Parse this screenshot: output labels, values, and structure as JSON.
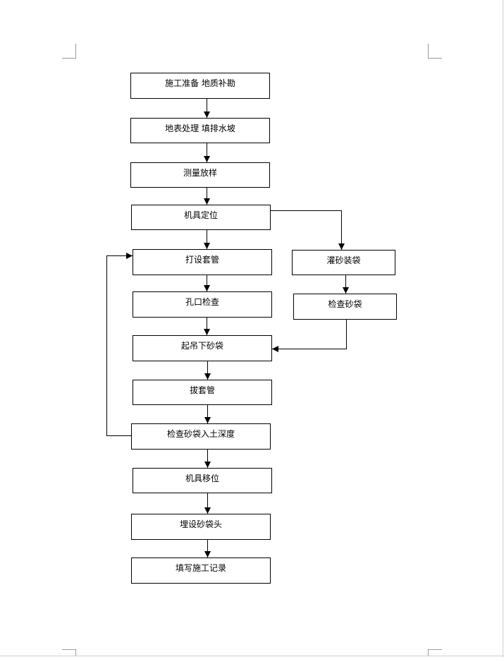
{
  "diagram": {
    "steps": [
      {
        "label": "施工准备 地质补勘"
      },
      {
        "label": "地表处理 填排水坡"
      },
      {
        "label": "测量放样"
      },
      {
        "label": "机具定位"
      },
      {
        "label": "打设套管"
      },
      {
        "label": "孔口检查"
      },
      {
        "label": "起吊下砂袋"
      },
      {
        "label": "拔套管"
      },
      {
        "label": "检查砂袋入土深度"
      },
      {
        "label": "机具移位"
      },
      {
        "label": "埋设砂袋头"
      },
      {
        "label": "填写施工记录"
      }
    ],
    "branch": [
      {
        "label": "灌砂装袋"
      },
      {
        "label": "检查砂袋"
      }
    ]
  },
  "colors": {
    "line": "#000000",
    "background": "#ffffff",
    "crop_mark": "#9a9a9a"
  }
}
